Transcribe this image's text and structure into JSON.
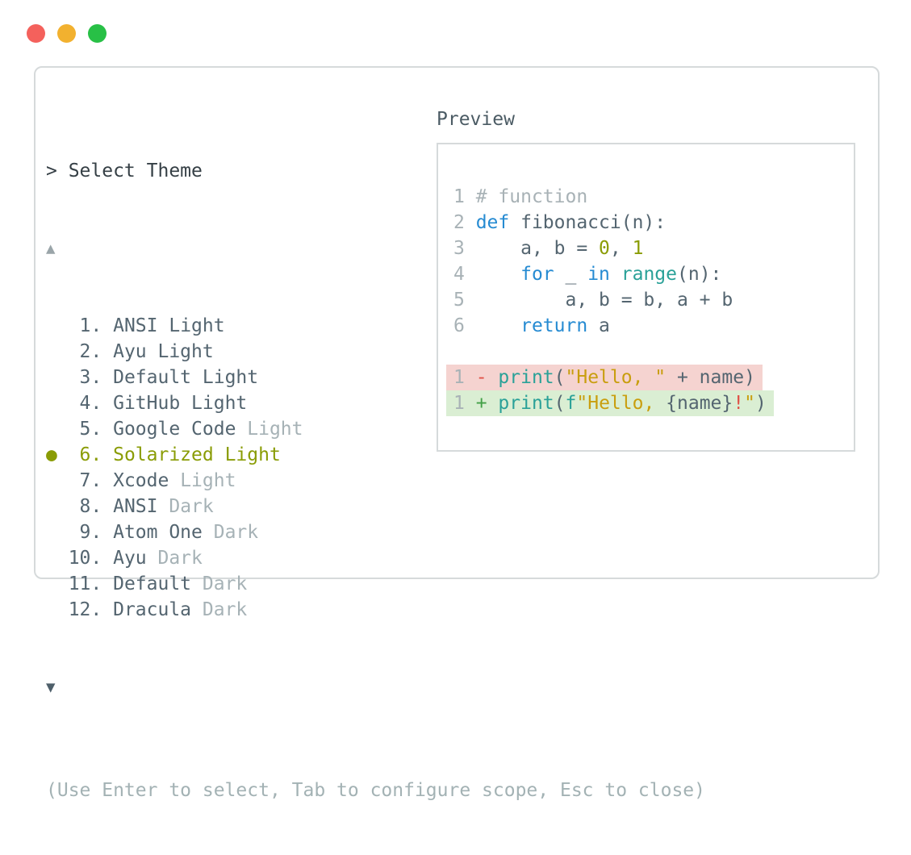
{
  "window": {
    "traffic_lights": [
      {
        "name": "close",
        "color": "#f4615c"
      },
      {
        "name": "minimize",
        "color": "#f2b12f"
      },
      {
        "name": "maximize",
        "color": "#28c046"
      }
    ]
  },
  "prompt": "> Select Theme",
  "theme_list": {
    "scroll_up_indicator": "▲",
    "scroll_down_indicator": "▼",
    "selected_bullet": "●",
    "items": [
      {
        "number": 1,
        "name": "ANSI",
        "variant": "Light",
        "variant_muted": false,
        "selected": false
      },
      {
        "number": 2,
        "name": "Ayu",
        "variant": "Light",
        "variant_muted": false,
        "selected": false
      },
      {
        "number": 3,
        "name": "Default",
        "variant": "Light",
        "variant_muted": false,
        "selected": false
      },
      {
        "number": 4,
        "name": "GitHub",
        "variant": "Light",
        "variant_muted": false,
        "selected": false
      },
      {
        "number": 5,
        "name": "Google Code",
        "variant": "Light",
        "variant_muted": true,
        "selected": false
      },
      {
        "number": 6,
        "name": "Solarized",
        "variant": "Light",
        "variant_muted": false,
        "selected": true
      },
      {
        "number": 7,
        "name": "Xcode",
        "variant": "Light",
        "variant_muted": true,
        "selected": false
      },
      {
        "number": 8,
        "name": "ANSI",
        "variant": "Dark",
        "variant_muted": true,
        "selected": false
      },
      {
        "number": 9,
        "name": "Atom One",
        "variant": "Dark",
        "variant_muted": true,
        "selected": false
      },
      {
        "number": 10,
        "name": "Ayu",
        "variant": "Dark",
        "variant_muted": true,
        "selected": false
      },
      {
        "number": 11,
        "name": "Default",
        "variant": "Dark",
        "variant_muted": true,
        "selected": false
      },
      {
        "number": 12,
        "name": "Dracula",
        "variant": "Dark",
        "variant_muted": true,
        "selected": false
      }
    ]
  },
  "preview": {
    "label": "Preview",
    "code_lines": [
      {
        "num": "1",
        "tokens": [
          {
            "t": "cmt",
            "v": "# function"
          }
        ]
      },
      {
        "num": "2",
        "tokens": [
          {
            "t": "kw",
            "v": "def"
          },
          {
            "t": "plain",
            "v": " fibonacci(n):"
          }
        ]
      },
      {
        "num": "3",
        "tokens": [
          {
            "t": "plain",
            "v": "    a, b = "
          },
          {
            "t": "num",
            "v": "0"
          },
          {
            "t": "plain",
            "v": ", "
          },
          {
            "t": "num",
            "v": "1"
          }
        ]
      },
      {
        "num": "4",
        "tokens": [
          {
            "t": "plain",
            "v": "    "
          },
          {
            "t": "kw",
            "v": "for"
          },
          {
            "t": "plain",
            "v": " _ "
          },
          {
            "t": "kw",
            "v": "in"
          },
          {
            "t": "plain",
            "v": " "
          },
          {
            "t": "fn",
            "v": "range"
          },
          {
            "t": "plain",
            "v": "(n):"
          }
        ]
      },
      {
        "num": "5",
        "tokens": [
          {
            "t": "plain",
            "v": "        a, b = b, a + b"
          }
        ]
      },
      {
        "num": "6",
        "tokens": [
          {
            "t": "plain",
            "v": "    "
          },
          {
            "t": "kw",
            "v": "return"
          },
          {
            "t": "plain",
            "v": " a"
          }
        ]
      },
      {
        "num": "",
        "tokens": []
      },
      {
        "num": "1",
        "diff": "removed",
        "tokens": [
          {
            "t": "minus",
            "v": "- "
          },
          {
            "t": "fn",
            "v": "print"
          },
          {
            "t": "plain",
            "v": "("
          },
          {
            "t": "str",
            "v": "\"Hello, \""
          },
          {
            "t": "plain",
            "v": " + name)"
          }
        ]
      },
      {
        "num": "1",
        "diff": "added",
        "tokens": [
          {
            "t": "plus",
            "v": "+ "
          },
          {
            "t": "fn",
            "v": "print"
          },
          {
            "t": "plain",
            "v": "("
          },
          {
            "t": "fn",
            "v": "f"
          },
          {
            "t": "str",
            "v": "\"Hello, "
          },
          {
            "t": "plain",
            "v": "{name}"
          },
          {
            "t": "bang",
            "v": "!"
          },
          {
            "t": "str",
            "v": "\""
          },
          {
            "t": "plain",
            "v": ")"
          }
        ]
      }
    ]
  },
  "hint": "(Use Enter to select, Tab to configure scope, Esc to close)",
  "colors": {
    "keyword": "#268bd2",
    "function": "#2aa198",
    "string": "#c99e0e",
    "number_literal": "#8a9c05",
    "comment": "#a8b2b6",
    "text": "#546570",
    "muted": "#a6b2b6",
    "selected": "#8a9c05",
    "prompt_text": "#353f45",
    "label": "#4b5b64",
    "hint": "#a3b2b4",
    "scroll_up": "#9aa5a9",
    "scroll_down": "#4e5f6a",
    "diff_removed_bg": "#f5d3d0",
    "diff_added_bg": "#daeed3",
    "diff_minus": "#e05247",
    "diff_plus": "#43a047",
    "border": "#d6dadb"
  }
}
